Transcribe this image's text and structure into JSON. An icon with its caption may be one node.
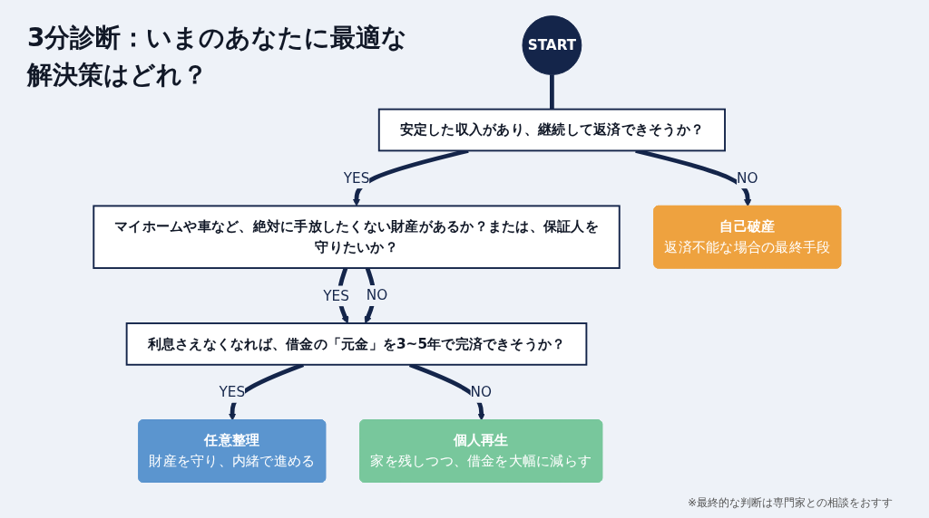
{
  "diagram": {
    "title": "3分診断：いまのあなたに最適な解決策はどれ？",
    "nodes": [
      {
        "text": [
          "START"
        ]
      },
      {
        "text": [
          "安定した収入があり、継続して返済できそうか？"
        ]
      },
      {
        "text": [
          "マイホームや車など、絶対に手放したくない財産があるか？または、保証人を守りたいか？"
        ]
      },
      {
        "text": [
          "利息さえなくなれば、借金の「元金」を3~5年で完済できそうか？"
        ]
      },
      {
        "text": [
          "自己破産",
          "返済不能な場合の最終手段"
        ]
      },
      {
        "text": [
          "任意整理",
          "財産を守り、内緒で進める"
        ]
      },
      {
        "text": [
          "個人再生",
          "家を残しつつ、借金を大幅に減らす"
        ]
      }
    ],
    "edges": [
      {
        "from": 0,
        "to": 1,
        "arrow": "none"
      },
      {
        "from": 1,
        "to": 4,
        "label": "NO",
        "arrow": "to"
      },
      {
        "from": 1,
        "to": 2,
        "label": "YES",
        "arrow": "to"
      },
      {
        "from": 2,
        "to": 3,
        "label": "YES",
        "arrow": "to"
      },
      {
        "from": 2,
        "to": 3,
        "label": "NO",
        "arrow": "to"
      },
      {
        "from": 3,
        "to": 5,
        "label": "YES",
        "arrow": "to"
      },
      {
        "from": 3,
        "to": 6,
        "label": "NO",
        "arrow": "to"
      }
    ],
    "labels": [
      "※最終的な判断は専門家との相談をおすす"
    ]
  }
}
